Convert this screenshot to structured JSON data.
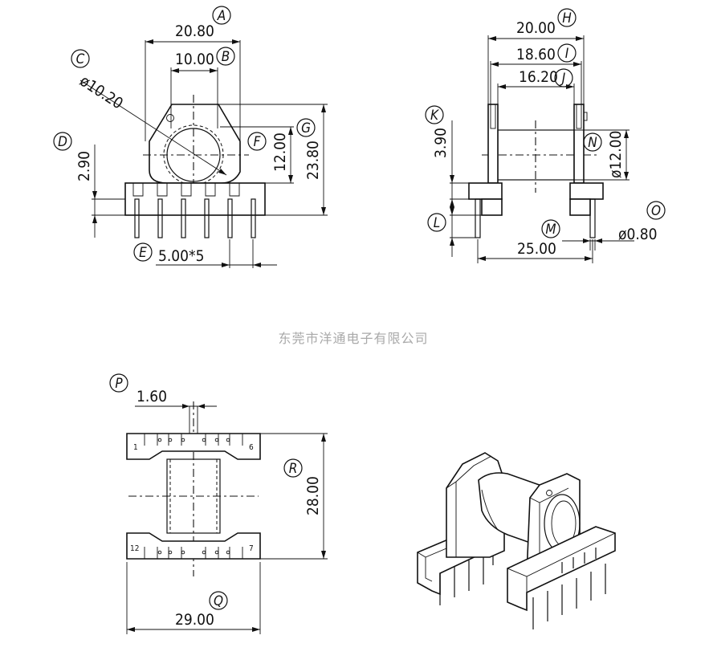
{
  "company_watermark": "东莞市洋通电子有限公司",
  "callouts": {
    "A": "A",
    "B": "B",
    "C": "C",
    "D": "D",
    "E": "E",
    "F": "F",
    "G": "G",
    "H": "H",
    "I": "I",
    "J": "J",
    "K": "K",
    "L": "L",
    "M": "M",
    "N": "N",
    "O": "O",
    "P": "P",
    "Q": "Q",
    "R": "R"
  },
  "dimensions": {
    "A": "20.80",
    "B": "10.00",
    "C": "ø10.20",
    "D": "2.90",
    "E": "5.00*5",
    "F": "12.00",
    "G": "23.80",
    "H": "20.00",
    "I": "18.60",
    "J": "16.20",
    "K": "3.90",
    "M": "25.00",
    "N": "ø12.00",
    "O": "ø0.80",
    "P": "1.60",
    "Q": "29.00",
    "R": "28.00"
  },
  "pin_numbers": {
    "p1": "1",
    "p6": "6",
    "p12": "12",
    "p7": "7"
  },
  "colors": {
    "line": "#111111",
    "watermark": "#a9a9a9",
    "background": "#ffffff"
  }
}
